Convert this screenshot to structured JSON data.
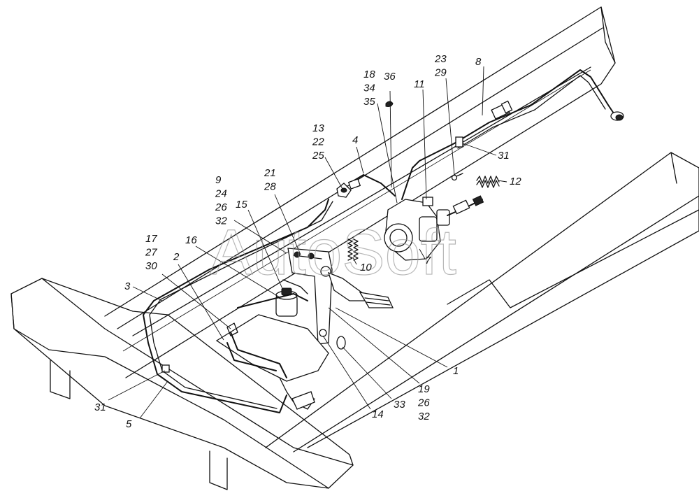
{
  "watermark": "AutoSoft",
  "callouts": [
    {
      "id": "c36",
      "lines": [
        "36"
      ]
    },
    {
      "id": "c18",
      "lines": [
        "18",
        "34",
        "35"
      ]
    },
    {
      "id": "c23",
      "lines": [
        "23",
        "29"
      ]
    },
    {
      "id": "c8",
      "lines": [
        "8"
      ]
    },
    {
      "id": "c11",
      "lines": [
        "11"
      ]
    },
    {
      "id": "c13",
      "lines": [
        "13",
        "22",
        "25"
      ]
    },
    {
      "id": "c4",
      "lines": [
        "4"
      ]
    },
    {
      "id": "c31a",
      "lines": [
        "31"
      ]
    },
    {
      "id": "c12",
      "lines": [
        "12"
      ]
    },
    {
      "id": "c21",
      "lines": [
        "21",
        "28"
      ]
    },
    {
      "id": "c9",
      "lines": [
        "9",
        "24",
        "26",
        "32"
      ]
    },
    {
      "id": "c15",
      "lines": [
        "15"
      ]
    },
    {
      "id": "c16",
      "lines": [
        "16"
      ]
    },
    {
      "id": "c17",
      "lines": [
        "17",
        "27",
        "30"
      ]
    },
    {
      "id": "c2",
      "lines": [
        "2"
      ]
    },
    {
      "id": "c10",
      "lines": [
        "10"
      ]
    },
    {
      "id": "c7",
      "lines": [
        "7"
      ]
    },
    {
      "id": "c3",
      "lines": [
        "3"
      ]
    },
    {
      "id": "c1",
      "lines": [
        "1"
      ]
    },
    {
      "id": "c19",
      "lines": [
        "19",
        "26",
        "32"
      ]
    },
    {
      "id": "c33",
      "lines": [
        "33"
      ]
    },
    {
      "id": "c14",
      "lines": [
        "14"
      ]
    },
    {
      "id": "c31b",
      "lines": [
        "31"
      ]
    },
    {
      "id": "c5",
      "lines": [
        "5"
      ]
    }
  ]
}
